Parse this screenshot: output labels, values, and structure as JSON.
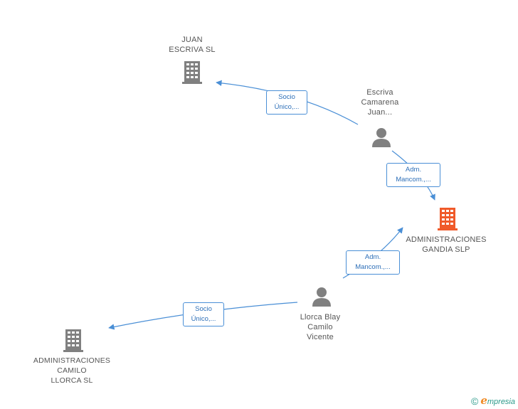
{
  "colors": {
    "edge": "#4a8fd6",
    "node_gray": "#808080",
    "node_highlight": "#f05a2a",
    "label_text": "#555555"
  },
  "nodes": {
    "juan_escriva": {
      "lines": [
        "JUAN",
        "ESCRIVA  SL"
      ],
      "icon": "building-icon"
    },
    "escriva_camarena": {
      "lines": [
        "Escriva",
        "Camarena",
        "Juan..."
      ],
      "icon": "person-icon"
    },
    "administraciones_gandia": {
      "lines": [
        "ADMINISTRACIONES",
        "GANDIA SLP"
      ],
      "icon": "building-icon"
    },
    "llorca_blay": {
      "lines": [
        "Llorca Blay",
        "Camilo",
        "Vicente"
      ],
      "icon": "person-icon"
    },
    "administraciones_camilo": {
      "lines": [
        "ADMINISTRACIONES",
        "CAMILO",
        "LLORCA  SL"
      ],
      "icon": "building-icon"
    }
  },
  "edges": {
    "e1": {
      "lines": [
        "Socio",
        "Único,..."
      ]
    },
    "e2": {
      "lines": [
        "Adm.",
        "Mancom.,..."
      ]
    },
    "e3": {
      "lines": [
        "Adm.",
        "Mancom.,..."
      ]
    },
    "e4": {
      "lines": [
        "Socio",
        "Único,..."
      ]
    }
  },
  "footer": {
    "copyright": "©",
    "brand_e": "e",
    "brand_rest": "mpresia"
  }
}
